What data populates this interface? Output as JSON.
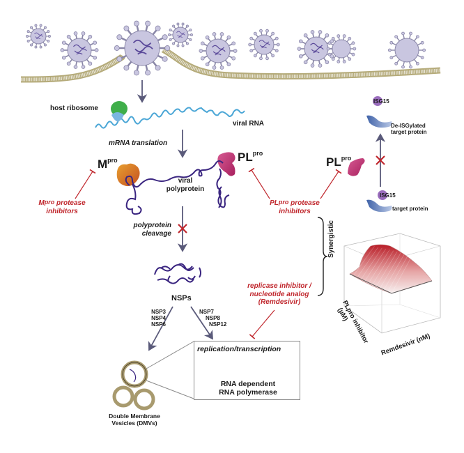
{
  "figure": {
    "domain_subject": "SARS-CoV-2 replication cycle and protease/replicase inhibitor targets"
  },
  "labels": {
    "host_ribosome": "host ribosome",
    "viral_rna": "viral RNA",
    "mrna_translation": "mRNA translation",
    "mpro": "M",
    "mpro_sup": "pro",
    "plpro": "PL",
    "plpro_sup": "pro",
    "viral_polyprotein_1": "viral",
    "viral_polyprotein_2": "polyprotein",
    "mpro_inhibitors_1_main": "M",
    "mpro_inhibitors_1_sup": "pro",
    "mpro_inhibitors_1_rest": " protease",
    "mpro_inhibitors_2": "inhibitors",
    "plpro_inhibitors_1_main": "PL",
    "plpro_inhibitors_1_sup": "pro",
    "plpro_inhibitors_1_rest": " protease",
    "plpro_inhibitors_2": "inhibitors",
    "polyprotein_cleavage_1": "polyprotein",
    "polyprotein_cleavage_2": "cleavage",
    "nsps": "NSPs",
    "nsp_left": [
      "NSP3",
      "NSP4",
      "NSP6"
    ],
    "nsp_right": [
      "NSP7",
      "NSP8",
      "NSP12"
    ],
    "replicase_1": "replicase inhibitor /",
    "replicase_2": "nucleotide analog",
    "replicase_3": "(Remdesivir)",
    "synergistic": "Synergistic",
    "replication_transcription": "replication/transcription",
    "rdrp_1": "RNA dependent",
    "rdrp_2": "RNA polymerase",
    "dmv_1": "Double Membrane",
    "dmv_2": "Vesicles (DMVs)",
    "isg15_top": "ISG15",
    "de_isgylated_1": "De-ISGylated",
    "de_isgylated_2": "target protein",
    "isg15_bottom": "ISG15",
    "target_protein": "target protein",
    "plpro_right": "PL",
    "plpro_right_sup": "pro"
  },
  "surface_plot": {
    "x_label": "Remdesivir (nM)",
    "y_label_1": "PLpro inhibitor",
    "y_label_2": "(µM)",
    "z_label": "Synergistic"
  },
  "colors": {
    "inhibitor_red": "#c0272d",
    "arrow": "#5a5a7a",
    "virus_fill": "#c9c6e0",
    "virus_stroke": "#7d7a9e",
    "membrane": "#b5ab7a",
    "rna": "#4aa6d6",
    "polyprotein": "#3a2580",
    "mpro": "#d9782a",
    "plpro": "#c2347a",
    "ribosome": "#3fae4a",
    "rdrp": "#e8d84a",
    "dmv": "#a89a6e"
  }
}
